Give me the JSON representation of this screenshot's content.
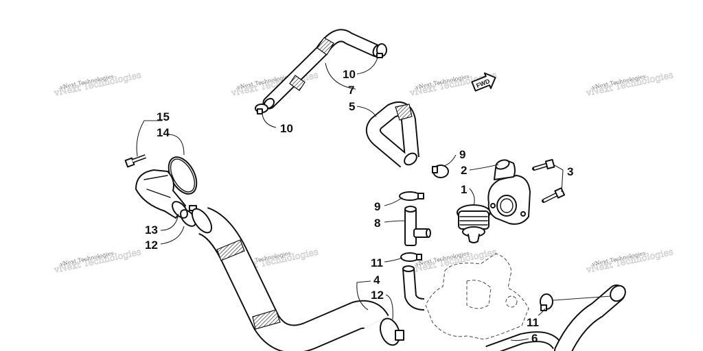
{
  "watermark": {
    "text": "vNext Technologies"
  },
  "direction_marker": {
    "label": "FWD"
  },
  "callouts": {
    "c1": "1",
    "c2": "2",
    "c3": "3",
    "c4": "4",
    "c5": "5",
    "c6": "6",
    "c7": "7",
    "c8": "8",
    "c9a": "9",
    "c9b": "9",
    "c10a": "10",
    "c10b": "10",
    "c11a": "11",
    "c11b": "11",
    "c12a": "12",
    "c12b": "12",
    "c13": "13",
    "c14": "14",
    "c15": "15"
  }
}
